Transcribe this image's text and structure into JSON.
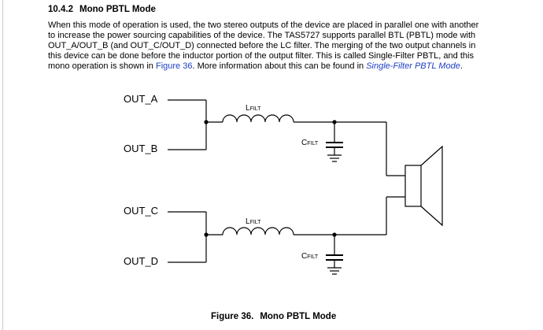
{
  "heading": {
    "number": "10.4.2",
    "title": "Mono PBTL Mode"
  },
  "paragraph": {
    "line1": "When this mode of operation is used, the two stereo outputs of the device are placed in parallel one with another",
    "line2": "to increase the power sourcing capabilities of the device. The TAS5727 supports parallel BTL (PBTL) mode with",
    "line3": "OUT_A/OUT_B (and OUT_C/OUT_D) connected before the LC filter. The merging of the two output channels in",
    "line4": "this device can be done before the inductor portion of the output filter. This is called Single-Filter PBTL, and this",
    "line5_pre": "mono operation is shown in ",
    "line5_link": "Figure 36",
    "line5_mid": ". More information about this can be found in ",
    "line5_link2": "Single-Filter PBTL Mode",
    "line5_post": "."
  },
  "diagram": {
    "out_a": "OUT_A",
    "out_b": "OUT_B",
    "out_c": "OUT_C",
    "out_d": "OUT_D",
    "inductor_main": "L",
    "inductor_sub": "FILT",
    "capacitor_main": "C",
    "capacitor_sub": "FILT"
  },
  "caption": {
    "figure": "Figure 36.",
    "title": "Mono PBTL Mode"
  },
  "colors": {
    "link": "#1f3fc4",
    "text": "#000000"
  }
}
